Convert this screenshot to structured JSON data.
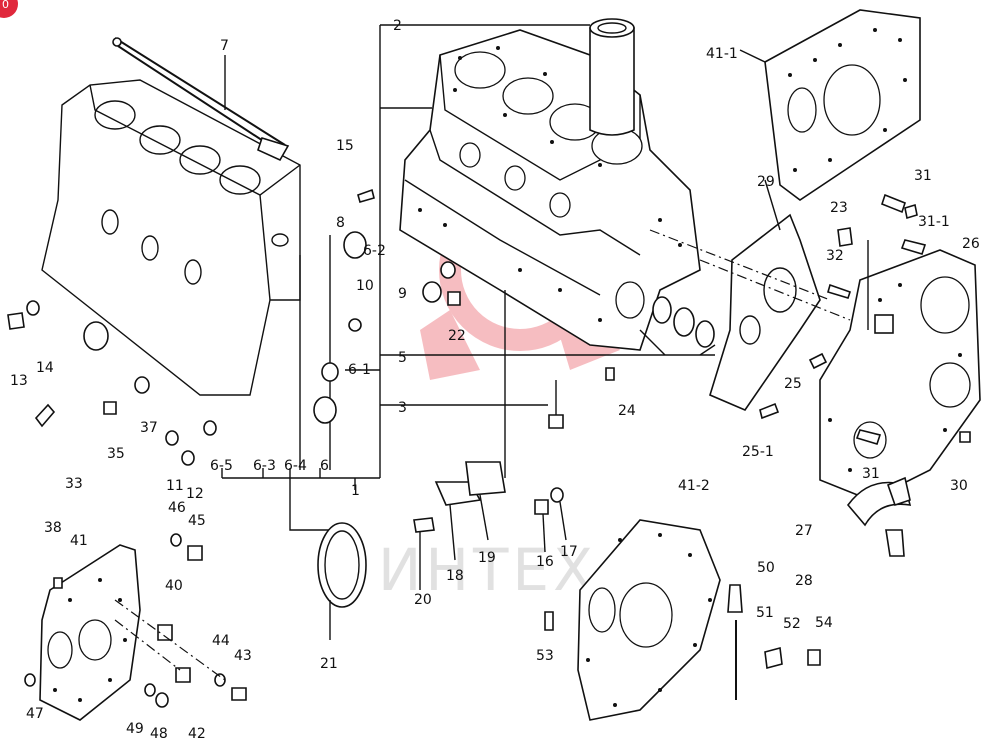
{
  "watermark": {
    "text": "ИНТЕХ",
    "color": "#e64550"
  },
  "badge": {
    "text": "0",
    "color": "#e0283c"
  },
  "labels": [
    "7",
    "2",
    "41-1",
    "15",
    "8",
    "6-2",
    "10",
    "9",
    "22",
    "5",
    "6-1",
    "3",
    "24",
    "29",
    "23",
    "31",
    "31-1",
    "32",
    "26",
    "25",
    "25-1",
    "31",
    "30",
    "27",
    "28",
    "13",
    "14",
    "33",
    "35",
    "37",
    "11",
    "12",
    "6-5",
    "6-3",
    "6-4",
    "6",
    "1",
    "46",
    "45",
    "38",
    "41",
    "40",
    "44",
    "43",
    "47",
    "49",
    "48",
    "42",
    "18",
    "19",
    "16",
    "17",
    "20",
    "21",
    "41-2",
    "53",
    "50",
    "51",
    "52",
    "54"
  ]
}
